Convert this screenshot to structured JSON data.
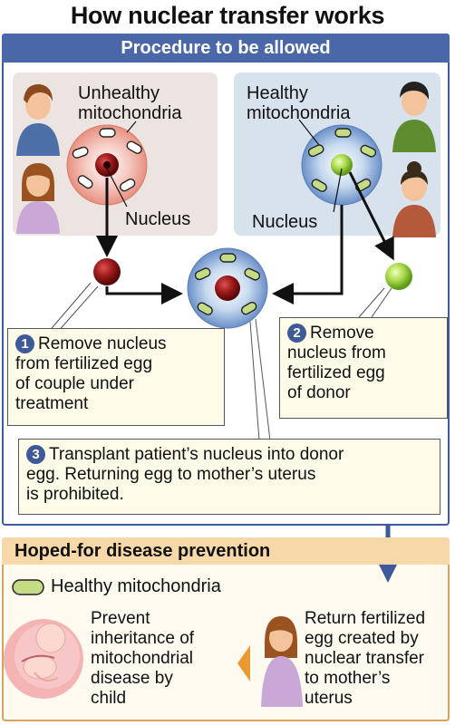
{
  "title": "How nuclear transfer works",
  "procedure": {
    "header": "Procedure to be allowed",
    "couple_panel": {
      "label_line1": "Unhealthy",
      "label_line2": "mitochondria",
      "nucleus_label": "Nucleus"
    },
    "donor_panel": {
      "label_line1": "Healthy",
      "label_line2": "mitochondria",
      "nucleus_label": "Nucleus"
    },
    "steps": [
      {
        "number": "1",
        "lines": [
          "Remove nucleus",
          "from fertilized egg",
          "of couple under",
          "treatment"
        ]
      },
      {
        "number": "2",
        "lines": [
          "Remove",
          "nucleus from",
          "fertilized egg",
          "of donor"
        ]
      },
      {
        "number": "3",
        "lines": [
          "Transplant patient’s nucleus into donor",
          "egg. Returning egg to mother’s uterus",
          "is prohibited."
        ]
      }
    ]
  },
  "prevention": {
    "header": "Hoped-for disease prevention",
    "legend": "Healthy mitochondria",
    "left_text": [
      "Prevent",
      "inheritance of",
      "mitochondrial",
      "disease by",
      "child"
    ],
    "right_text": [
      "Return fertilized",
      "egg created by",
      "nuclear transfer",
      "to mother’s",
      "uterus"
    ]
  },
  "colors": {
    "blue_frame": "#3d5a9a",
    "orange_frame": "#d9a35a",
    "nucleus_dark": "#8b1414",
    "nucleus_green": "#8cc63f",
    "mito_green": "#c5dc86"
  },
  "icons": [
    "mother-avatar",
    "father-avatar",
    "donor-man-avatar",
    "donor-woman-avatar",
    "baby-in-womb-icon",
    "pregnant-mother-icon",
    "arrow-left-icon"
  ]
}
